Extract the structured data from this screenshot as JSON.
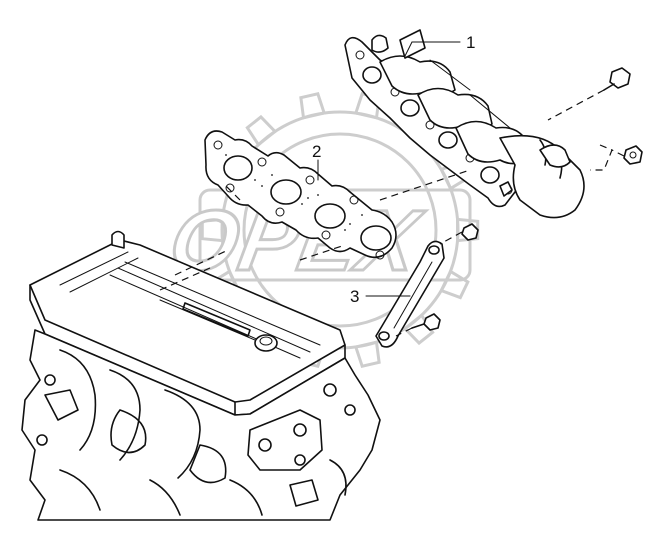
{
  "diagram": {
    "callouts": [
      {
        "id": "1",
        "label": "1"
      },
      {
        "id": "2",
        "label": "2"
      },
      {
        "id": "3",
        "label": "3"
      }
    ],
    "watermark": {
      "text": "OPEX"
    }
  }
}
